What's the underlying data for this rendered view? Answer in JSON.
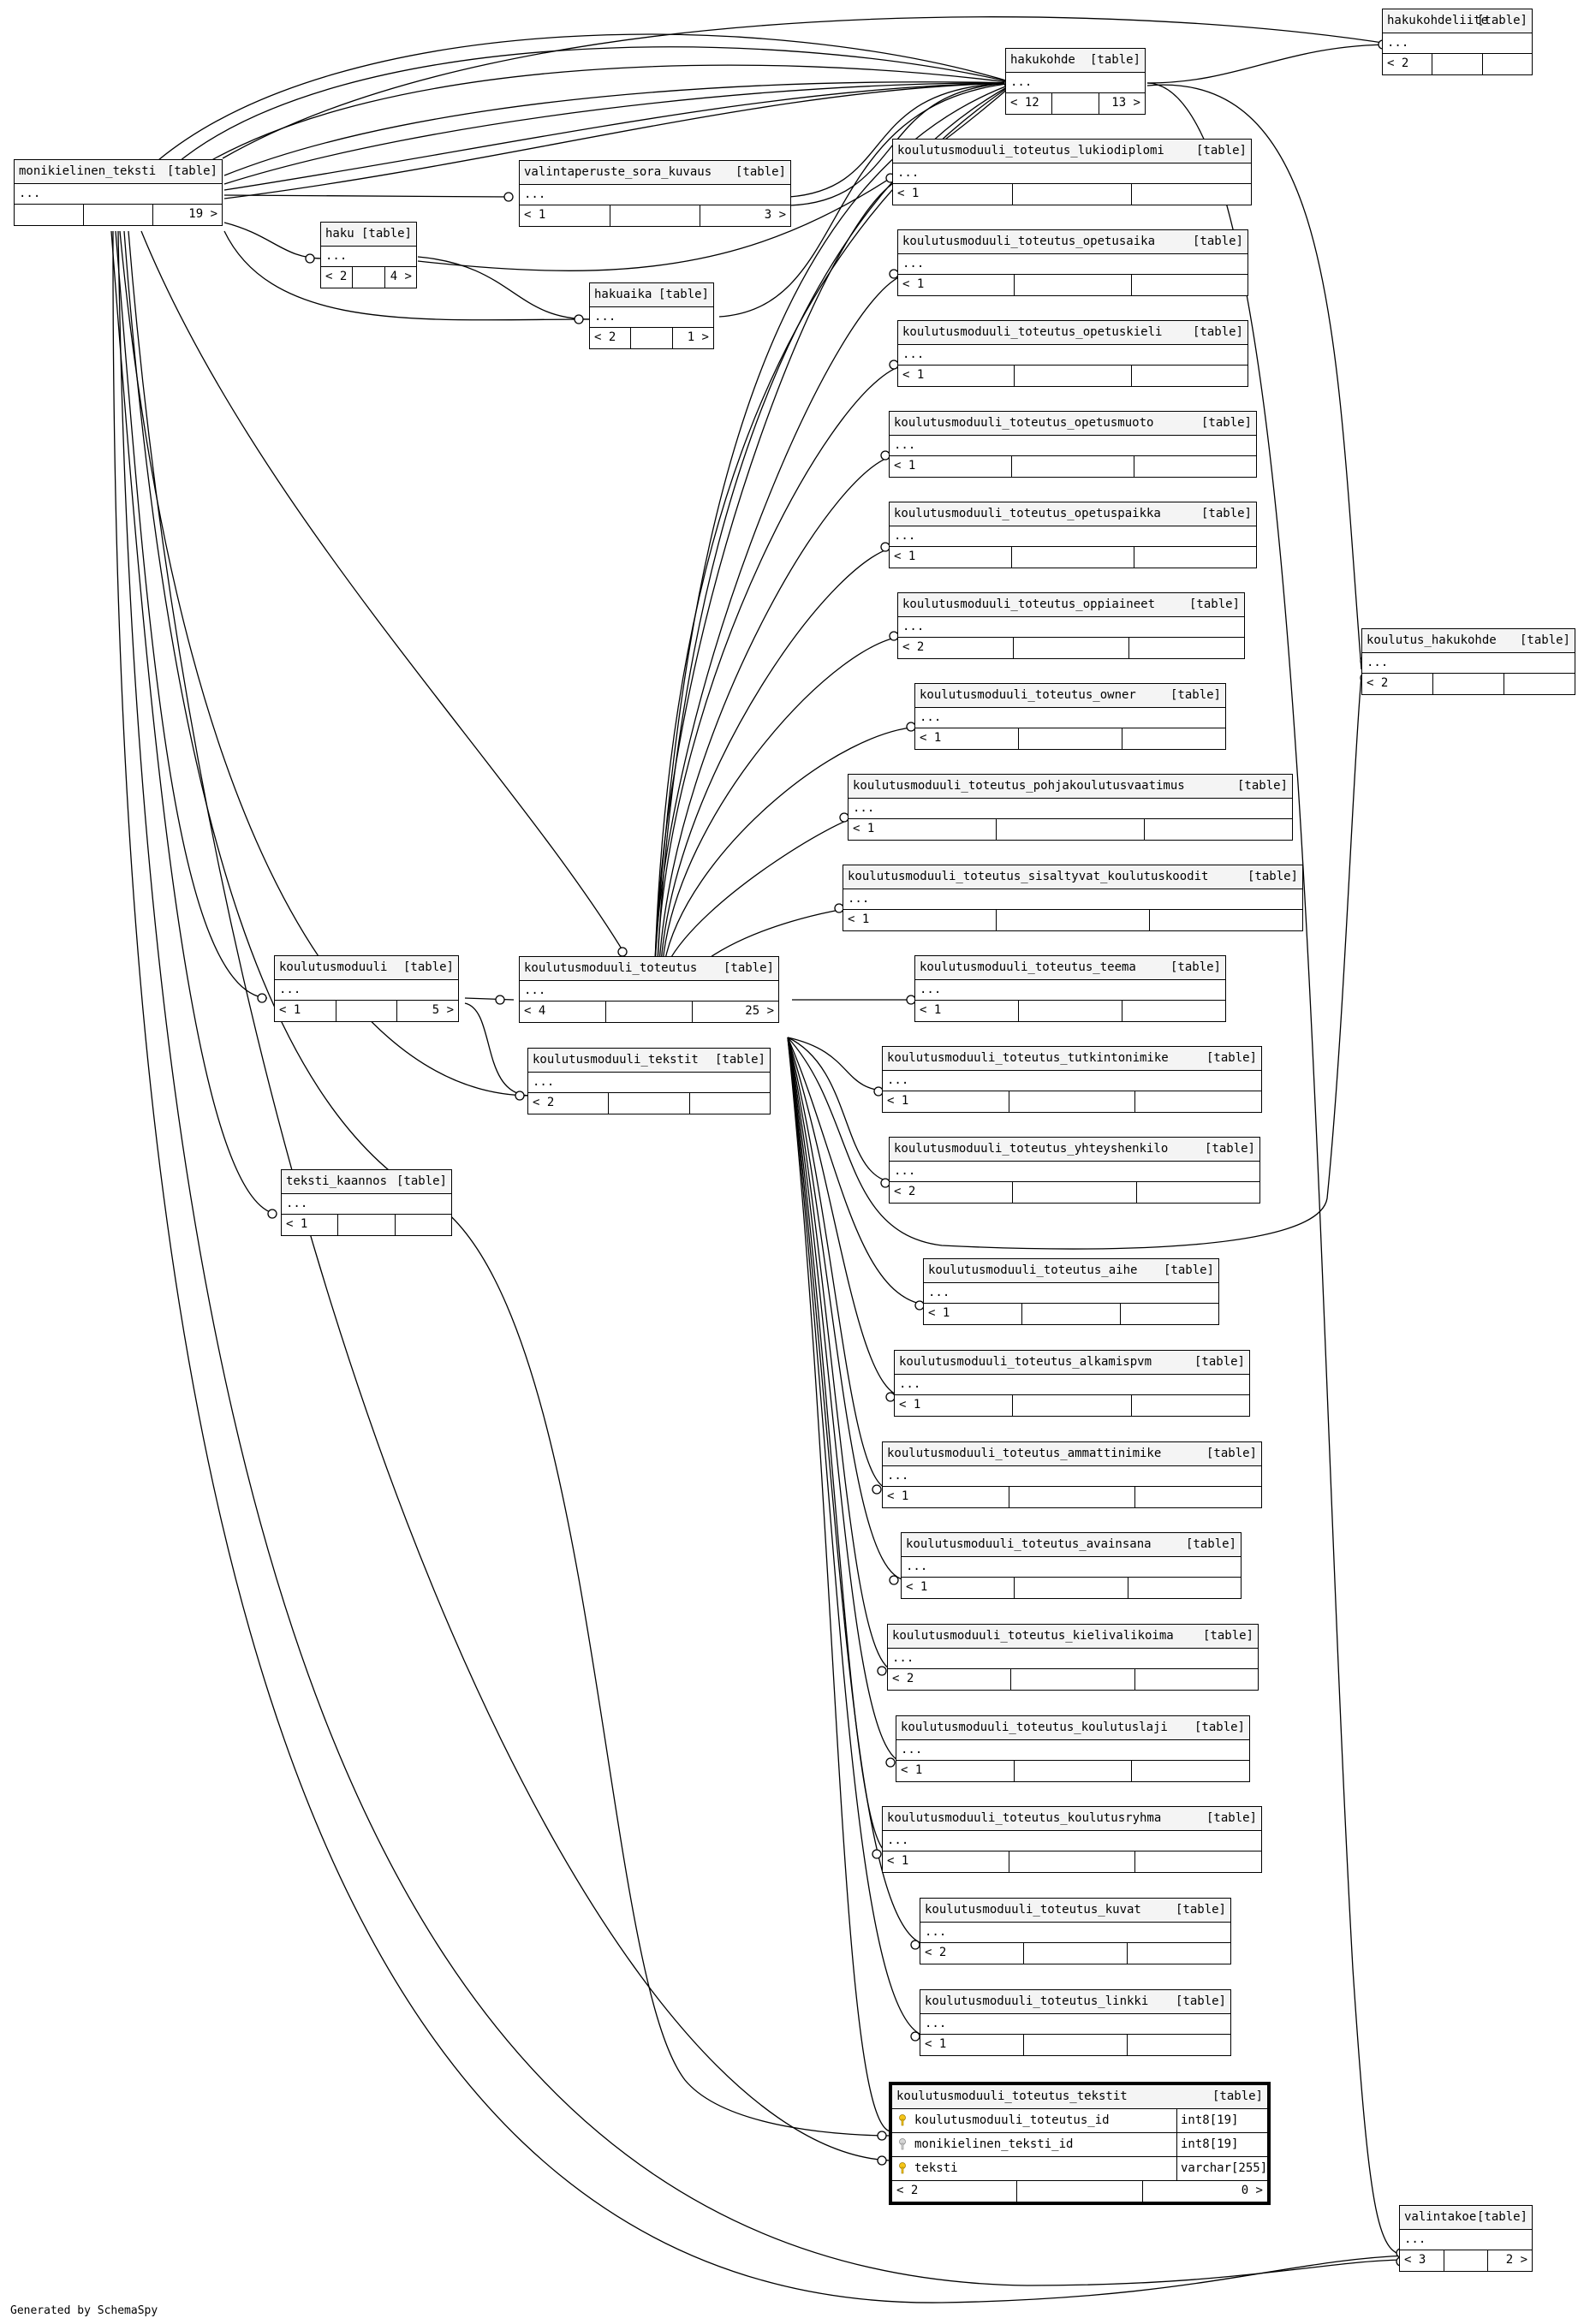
{
  "footer": "Generated by SchemaSpy",
  "tables": {
    "monikielinen_teksti": {
      "name": "monikielinen_teksti",
      "tag": "[table]",
      "body": "...",
      "f1": "",
      "f2": "",
      "f3": "19 >"
    },
    "valintaperuste_sora_kuvaus": {
      "name": "valintaperuste_sora_kuvaus",
      "tag": "[table]",
      "body": "...",
      "f1": "< 1",
      "f2": "",
      "f3": "3 >"
    },
    "haku": {
      "name": "haku",
      "tag": "[table]",
      "body": "...",
      "f1": "< 2",
      "f2": "",
      "f3": "4 >"
    },
    "hakuaika": {
      "name": "hakuaika",
      "tag": "[table]",
      "body": "...",
      "f1": "< 2",
      "f2": "",
      "f3": "1 >"
    },
    "hakukohde": {
      "name": "hakukohde",
      "tag": "[table]",
      "body": "...",
      "f1": "< 12",
      "f2": "",
      "f3": "13 >"
    },
    "hakukohdeliite": {
      "name": "hakukohdeliite",
      "tag": "[table]",
      "body": "...",
      "f1": "< 2",
      "f2": "",
      "f3": ""
    },
    "koulutus_hakukohde": {
      "name": "koulutus_hakukohde",
      "tag": "[table]",
      "body": "...",
      "f1": "< 2",
      "f2": "",
      "f3": ""
    },
    "valintakoe": {
      "name": "valintakoe",
      "tag": "[table]",
      "body": "...",
      "f1": "< 3",
      "f2": "",
      "f3": "2 >"
    },
    "koulutusmoduuli": {
      "name": "koulutusmoduuli",
      "tag": "[table]",
      "body": "...",
      "f1": "< 1",
      "f2": "",
      "f3": "5 >"
    },
    "koulutusmoduuli_toteutus": {
      "name": "koulutusmoduuli_toteutus",
      "tag": "[table]",
      "body": "...",
      "f1": "< 4",
      "f2": "",
      "f3": "25 >"
    },
    "koulutusmoduuli_tekstit": {
      "name": "koulutusmoduuli_tekstit",
      "tag": "[table]",
      "body": "...",
      "f1": "< 2",
      "f2": "",
      "f3": ""
    },
    "teksti_kaannos": {
      "name": "teksti_kaannos",
      "tag": "[table]",
      "body": "...",
      "f1": "< 1",
      "f2": "",
      "f3": ""
    },
    "t_lukiodiplomi": {
      "name": "koulutusmoduuli_toteutus_lukiodiplomi",
      "tag": "[table]",
      "body": "...",
      "f1": "< 1",
      "f2": "",
      "f3": ""
    },
    "t_opetusaika": {
      "name": "koulutusmoduuli_toteutus_opetusaika",
      "tag": "[table]",
      "body": "...",
      "f1": "< 1",
      "f2": "",
      "f3": ""
    },
    "t_opetuskieli": {
      "name": "koulutusmoduuli_toteutus_opetuskieli",
      "tag": "[table]",
      "body": "...",
      "f1": "< 1",
      "f2": "",
      "f3": ""
    },
    "t_opetusmuoto": {
      "name": "koulutusmoduuli_toteutus_opetusmuoto",
      "tag": "[table]",
      "body": "...",
      "f1": "< 1",
      "f2": "",
      "f3": ""
    },
    "t_opetuspaikka": {
      "name": "koulutusmoduuli_toteutus_opetuspaikka",
      "tag": "[table]",
      "body": "...",
      "f1": "< 1",
      "f2": "",
      "f3": ""
    },
    "t_oppiaineet": {
      "name": "koulutusmoduuli_toteutus_oppiaineet",
      "tag": "[table]",
      "body": "...",
      "f1": "< 2",
      "f2": "",
      "f3": ""
    },
    "t_owner": {
      "name": "koulutusmoduuli_toteutus_owner",
      "tag": "[table]",
      "body": "...",
      "f1": "< 1",
      "f2": "",
      "f3": ""
    },
    "t_pohjakoulutusvaatimus": {
      "name": "koulutusmoduuli_toteutus_pohjakoulutusvaatimus",
      "tag": "[table]",
      "body": "...",
      "f1": "< 1",
      "f2": "",
      "f3": ""
    },
    "t_sisaltyvat_koulutuskoodit": {
      "name": "koulutusmoduuli_toteutus_sisaltyvat_koulutuskoodit",
      "tag": "[table]",
      "body": "...",
      "f1": "< 1",
      "f2": "",
      "f3": ""
    },
    "t_teema": {
      "name": "koulutusmoduuli_toteutus_teema",
      "tag": "[table]",
      "body": "...",
      "f1": "< 1",
      "f2": "",
      "f3": ""
    },
    "t_tutkintonimike": {
      "name": "koulutusmoduuli_toteutus_tutkintonimike",
      "tag": "[table]",
      "body": "...",
      "f1": "< 1",
      "f2": "",
      "f3": ""
    },
    "t_yhteyshenkilo": {
      "name": "koulutusmoduuli_toteutus_yhteyshenkilo",
      "tag": "[table]",
      "body": "...",
      "f1": "< 2",
      "f2": "",
      "f3": ""
    },
    "t_aihe": {
      "name": "koulutusmoduuli_toteutus_aihe",
      "tag": "[table]",
      "body": "...",
      "f1": "< 1",
      "f2": "",
      "f3": ""
    },
    "t_alkamispvm": {
      "name": "koulutusmoduuli_toteutus_alkamispvm",
      "tag": "[table]",
      "body": "...",
      "f1": "< 1",
      "f2": "",
      "f3": ""
    },
    "t_ammattinimike": {
      "name": "koulutusmoduuli_toteutus_ammattinimike",
      "tag": "[table]",
      "body": "...",
      "f1": "< 1",
      "f2": "",
      "f3": ""
    },
    "t_avainsana": {
      "name": "koulutusmoduuli_toteutus_avainsana",
      "tag": "[table]",
      "body": "...",
      "f1": "< 1",
      "f2": "",
      "f3": ""
    },
    "t_kielivalikoima": {
      "name": "koulutusmoduuli_toteutus_kielivalikoima",
      "tag": "[table]",
      "body": "...",
      "f1": "< 2",
      "f2": "",
      "f3": ""
    },
    "t_koulutuslaji": {
      "name": "koulutusmoduuli_toteutus_koulutuslaji",
      "tag": "[table]",
      "body": "...",
      "f1": "< 1",
      "f2": "",
      "f3": ""
    },
    "t_koulutusryhma": {
      "name": "koulutusmoduuli_toteutus_koulutusryhma",
      "tag": "[table]",
      "body": "...",
      "f1": "< 1",
      "f2": "",
      "f3": ""
    },
    "t_kuvat": {
      "name": "koulutusmoduuli_toteutus_kuvat",
      "tag": "[table]",
      "body": "...",
      "f1": "< 2",
      "f2": "",
      "f3": ""
    },
    "t_linkki": {
      "name": "koulutusmoduuli_toteutus_linkki",
      "tag": "[table]",
      "body": "...",
      "f1": "< 1",
      "f2": "",
      "f3": ""
    }
  },
  "focus": {
    "name": "koulutusmoduuli_toteutus_tekstit",
    "tag": "[table]",
    "columns": [
      {
        "name": "koulutusmoduuli_toteutus_id",
        "type": "int8[19]",
        "icon": "key-icon"
      },
      {
        "name": "monikielinen_teksti_id",
        "type": "int8[19]",
        "icon": "foreign-key-icon"
      },
      {
        "name": "teksti",
        "type": "varchar[255]",
        "icon": "key-icon"
      }
    ],
    "f1": "< 2",
    "f2": "",
    "f3": "0 >"
  },
  "colors": {
    "line": "#000000",
    "header": "#f4f4f4",
    "key": "#f5c518",
    "fk": "#bbbbbb"
  }
}
